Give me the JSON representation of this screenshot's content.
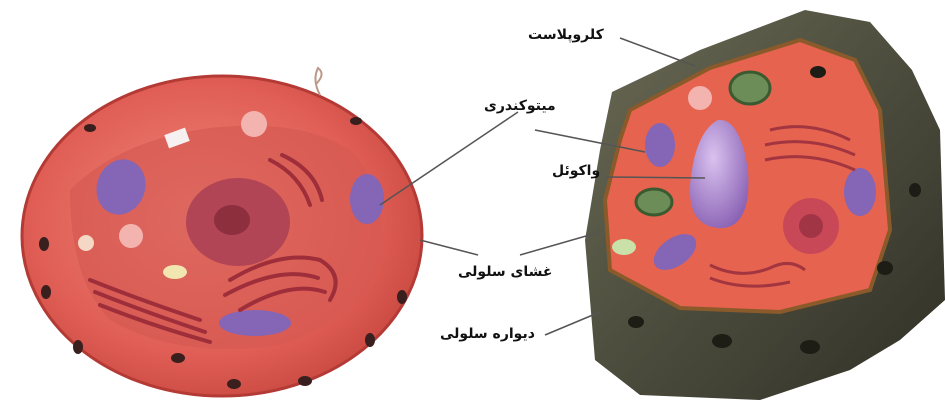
{
  "labels": {
    "chloroplast": "کلروپلاست",
    "mitochondria": "میتوکندری",
    "vacuole": "واکوئل",
    "cell_membrane": "غشای سلولی",
    "cell_wall": "دیواره سلولی"
  },
  "colors": {
    "cytoplasm": "#e8675c",
    "cytoplasm_dark": "#c94a45",
    "wall": "#4a4a3c",
    "nucleus": "#a23a4a",
    "organelle_purple": "#8a6ab8",
    "chloroplast": "#6e8a5a"
  }
}
